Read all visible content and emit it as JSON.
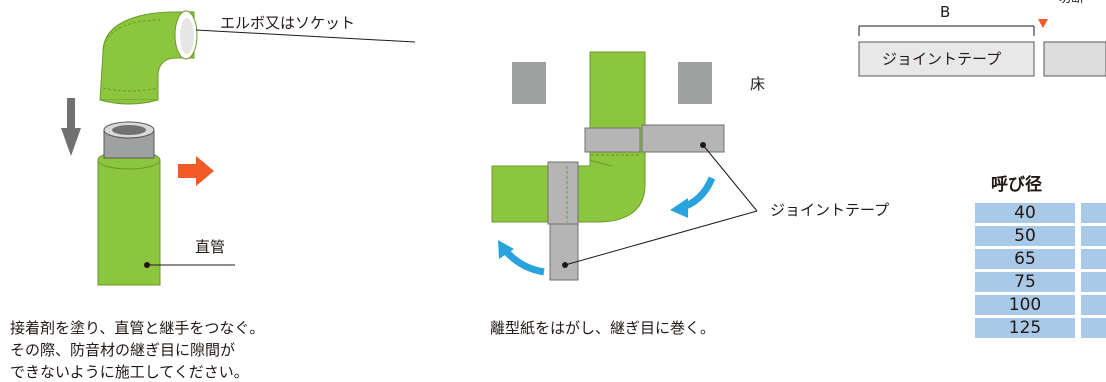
{
  "panel1": {
    "elbow_label": "エルボ又はソケット",
    "pipe_label": "直管",
    "caption": [
      "接着剤を塗り、直管と継手をつなぐ。",
      "その際、防音材の継ぎ目に隙間が",
      "できないように施工してください。"
    ]
  },
  "panel2": {
    "floor_label": "床",
    "tape_label": "ジョイントテープ",
    "caption": "離型紙をはがし、継ぎ目に巻く。"
  },
  "panel3": {
    "dim_label": "B",
    "partial_label": "切断",
    "tape_box_label": "ジョイントテープ",
    "table_header": "呼び径",
    "sizes": [
      "40",
      "50",
      "65",
      "75",
      "100",
      "125"
    ]
  },
  "colors": {
    "pipe_green": "#8cc63f",
    "pipe_dark": "#6a9a2a",
    "tape_gray": "#b5b5b6",
    "block_gray": "#9fa0a0",
    "arrow_orange": "#f15a24",
    "arrow_blue": "#29a3dd",
    "table_blue": "#a9c9e8"
  }
}
